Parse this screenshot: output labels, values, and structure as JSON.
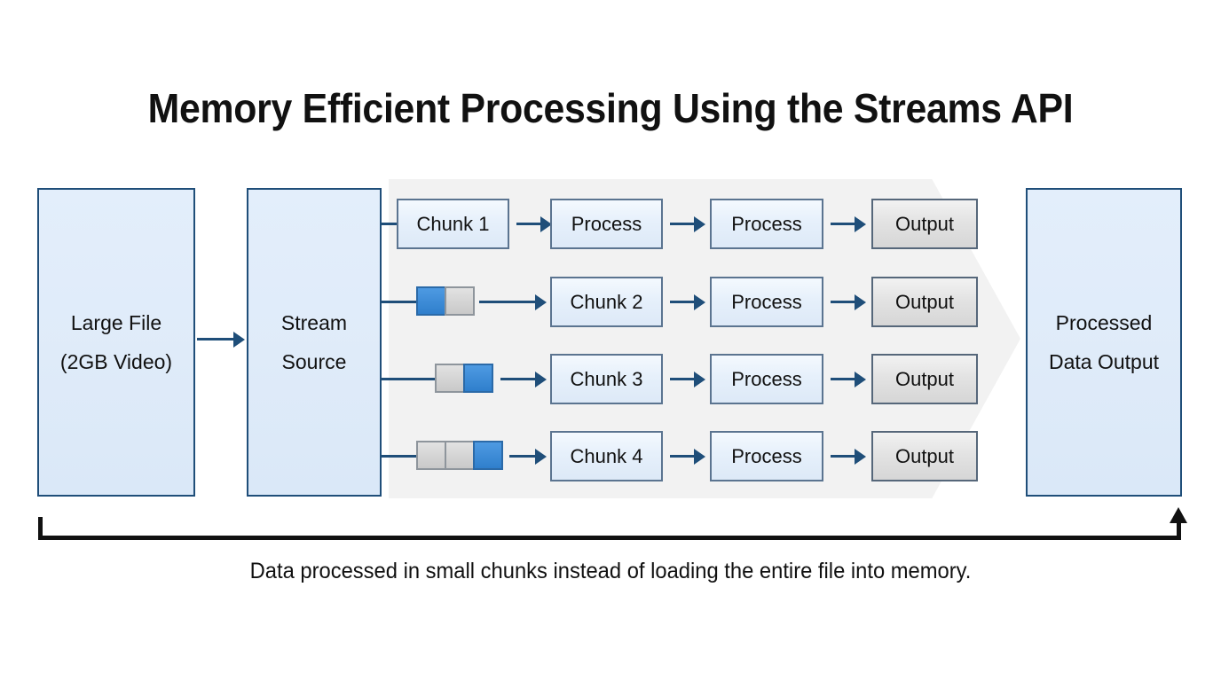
{
  "title": "Memory Efficient Processing Using the Streams API",
  "caption": "Data processed in small chunks instead of loading the entire file into memory.",
  "source": {
    "line1": "Large File",
    "line2": "(2GB Video)"
  },
  "stream": {
    "line1": "Stream",
    "line2": "Source"
  },
  "sink": {
    "line1": "Processed",
    "line2": "Data Output"
  },
  "pipeline_rows": [
    {
      "chunk_label": "Chunk 1",
      "stage2_label": "Process",
      "stage3_label": "Process",
      "output_label": "Output",
      "buffer_cells": []
    },
    {
      "chunk_label": "Chunk 2",
      "stage2_label": "Process",
      "stage3_label": "",
      "output_label": "Output",
      "buffer_cells": [
        "blue",
        "gray"
      ]
    },
    {
      "chunk_label": "Chunk 3",
      "stage2_label": "Process",
      "stage3_label": "",
      "output_label": "Output",
      "buffer_cells": [
        "gray",
        "blue"
      ]
    },
    {
      "chunk_label": "Chunk 4",
      "stage2_label": "Process",
      "stage3_label": "",
      "output_label": "Output",
      "buffer_cells": [
        "gray",
        "gray",
        "blue"
      ]
    }
  ],
  "colors": {
    "box_fill": "#dfebf9",
    "box_border": "#1f4e79",
    "node_blue_fill": "#e6f0fb",
    "node_gray_fill": "#e3e3e3",
    "node_border": "#5b7490",
    "arrow": "#1f4e79",
    "band": "#f2f2f2",
    "buffer_blue": "#3d8bd6",
    "buffer_gray": "#d4d4d4",
    "bracket": "#111111",
    "background": "#ffffff"
  }
}
